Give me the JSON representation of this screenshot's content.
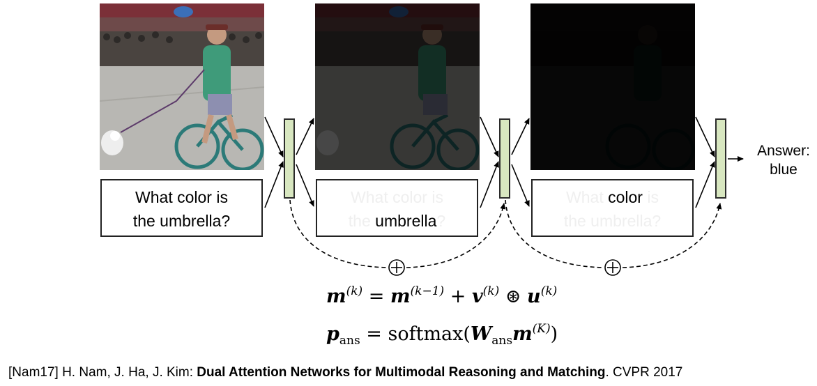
{
  "question": {
    "line1": "What color is",
    "line2": "the umbrella?"
  },
  "hop1": {
    "pre_l1": "What color is",
    "pre_l2": "the ",
    "keyword": "umbrella",
    "post_l2": "?"
  },
  "hop2": {
    "pre_l1": "What ",
    "keyword": "color",
    "post_l1": " is",
    "line2": "the umbrella?"
  },
  "answer": {
    "label": "Answer:",
    "value": "blue"
  },
  "equations": {
    "memory_update": {
      "m": "m",
      "sup_k": "(k)",
      "eq": " = ",
      "sup_km1": "(k−1)",
      "plus": " + ",
      "v": "v",
      "op": " ⊛ ",
      "u": "u"
    },
    "answer_prob": {
      "p": "p",
      "sub_ans": "ans",
      "eq": " = softmax",
      "lparen": "(",
      "W": "W",
      "m": "m",
      "sup_K": "(K)",
      "rparen": ")"
    }
  },
  "citation": {
    "prefix": "[Nam17] H. Nam, J. Ha, J. Kim: ",
    "title": "Dual Attention Networks for Multimodal Reasoning and Matching",
    "suffix": ". CVPR 2017"
  },
  "image_brightness": [
    1.0,
    0.3,
    0.04
  ]
}
